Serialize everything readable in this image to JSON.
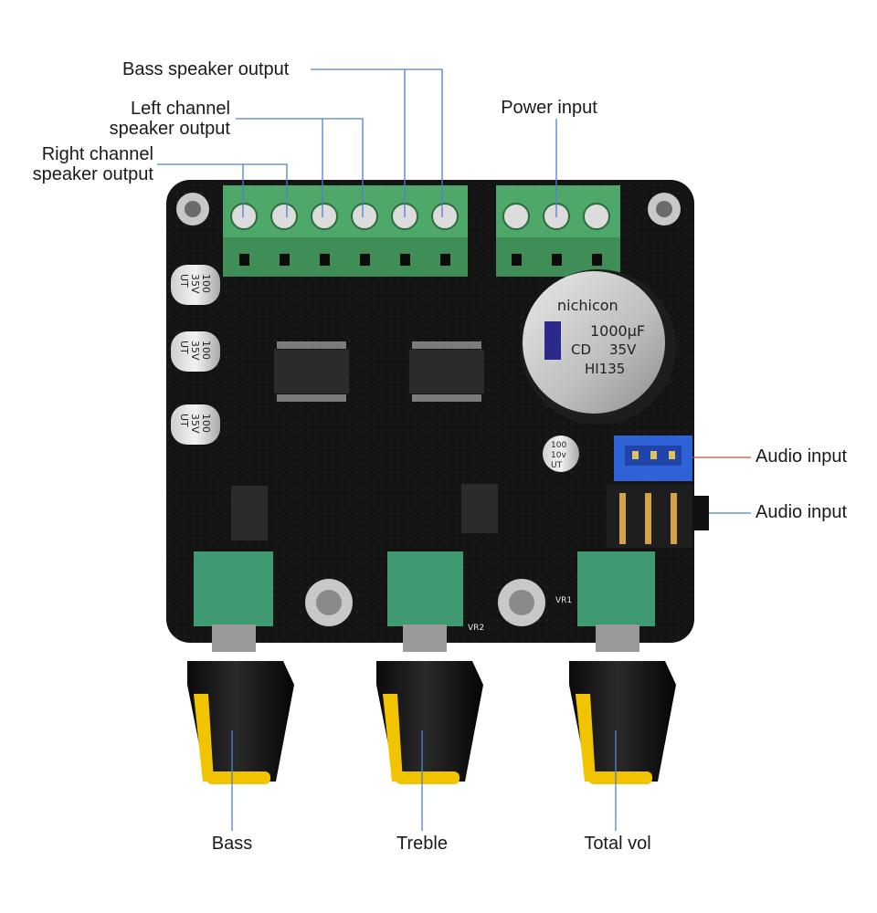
{
  "labels": {
    "bass_speaker_output": "Bass speaker output",
    "left_channel_1": "Left channel",
    "left_channel_2": "speaker output",
    "right_channel_1": "Right channel",
    "right_channel_2": "speaker output",
    "power_input": "Power input",
    "audio_input_header": "Audio input",
    "audio_input_jack": "Audio input",
    "bass": "Bass",
    "treble": "Treble",
    "total_vol": "Total vol"
  },
  "board_text": {
    "cap_brand": "nichicon",
    "cap_value": "1000µF",
    "cap_series": "CD",
    "cap_voltage": "35V",
    "cap_code": "HI135",
    "small_cap_value": "100",
    "small_cap_voltage": "35V",
    "small_cap_series": "UT",
    "tiny_cap_value": "100",
    "tiny_cap_voltage": "10v",
    "tiny_cap_series": "UT",
    "vr1": "VR1",
    "vr2": "VR2"
  },
  "colors": {
    "pcb": "#141414",
    "terminal_green": "#4ea86a",
    "knob_yellow": "#f2c400",
    "pot_green": "#3f9a72",
    "header_blue": "#2f62d6",
    "leader_blue": "#4f7fd1",
    "leader_red": "#d24a3c"
  }
}
